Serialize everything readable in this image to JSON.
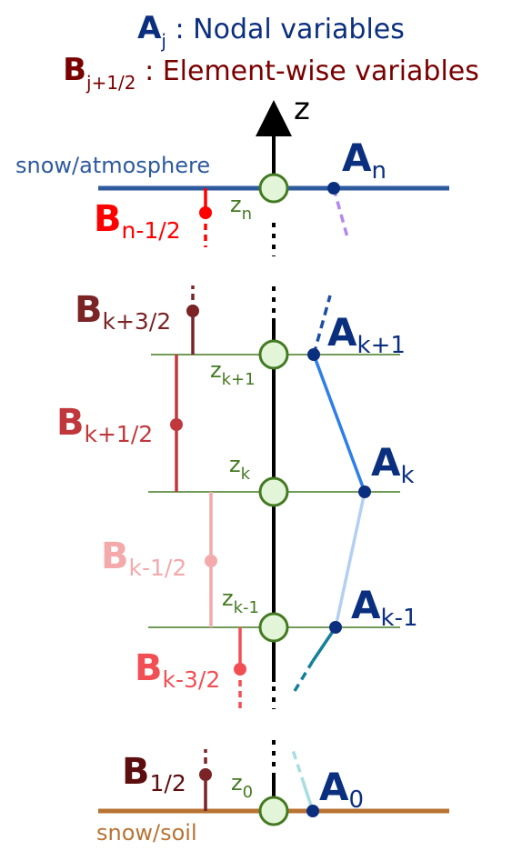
{
  "legend": {
    "nodal": {
      "base": "A",
      "sub": "j",
      "rest": " : Nodal variables"
    },
    "element": {
      "base": "B",
      "sub": "j+1/2",
      "rest": " : Element-wise variables"
    }
  },
  "axis": {
    "label": "z"
  },
  "boundaries": {
    "top": "snow/atmosphere",
    "bottom": "snow/soil"
  },
  "nodes": [
    {
      "z": "z",
      "z_sub": "n",
      "a_base": "A",
      "a_sub": "n"
    },
    {
      "z": "z",
      "z_sub": "k+1",
      "a_base": "A",
      "a_sub": "k+1"
    },
    {
      "z": "z",
      "z_sub": "k",
      "a_base": "A",
      "a_sub": "k"
    },
    {
      "z": "z",
      "z_sub": "k-1",
      "a_base": "A",
      "a_sub": "k-1"
    },
    {
      "z": "z",
      "z_sub": "0",
      "a_base": "A",
      "a_sub": "0"
    }
  ],
  "elements": [
    {
      "base": "B",
      "sub": "n-1/2",
      "color": "#ff0000"
    },
    {
      "base": "B",
      "sub": "k+3/2",
      "color": "#7a2426"
    },
    {
      "base": "B",
      "sub": "k+1/2",
      "color": "#c0383c"
    },
    {
      "base": "B",
      "sub": "k-1/2",
      "color": "#f4a9ab"
    },
    {
      "base": "B",
      "sub": "k-3/2",
      "color": "#f24f55"
    },
    {
      "base": "B",
      "sub": "1/2",
      "color": "#5c0d10"
    }
  ],
  "colors": {
    "nodal_text": "#0b2f7f",
    "element_title": "#7a0000",
    "atmosphere_line": "#2e5a9e",
    "soil_line": "#b87333",
    "node_fill": "#e3f5d8",
    "node_stroke": "#447a22",
    "grid_line": "#447a22",
    "z_label": "#447a22"
  }
}
